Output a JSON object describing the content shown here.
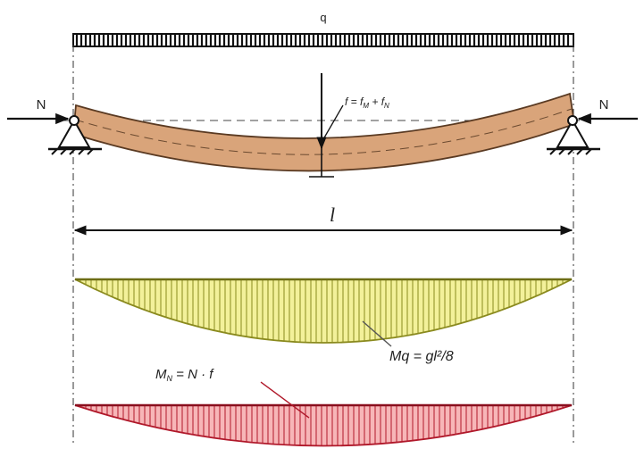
{
  "labels": {
    "load": "q",
    "axial_left": "N",
    "axial_right": "N",
    "deflection": "f = f",
    "deflection_sub_m": "M",
    "deflection_plus": " + f",
    "deflection_sub_n": "N",
    "span": "l",
    "moment_q": "Mq = gl²/8",
    "moment_n_main": "M",
    "moment_n_sub": "N",
    "moment_n_rest": " = N · f"
  },
  "colors": {
    "beam_fill": "#d9a47a",
    "beam_stroke": "#5a3a22",
    "moment_q_fill": "#f3f19a",
    "moment_q_stroke": "#8a8a1e",
    "moment_n_fill": "#f7b6b8",
    "moment_n_stroke": "#b0182a",
    "line": "#111111"
  },
  "icons": {
    "support_left": "pin-support-icon",
    "support_right": "pin-support-icon",
    "arrow_left": "arrow-right-icon",
    "arrow_right": "arrow-left-icon"
  }
}
